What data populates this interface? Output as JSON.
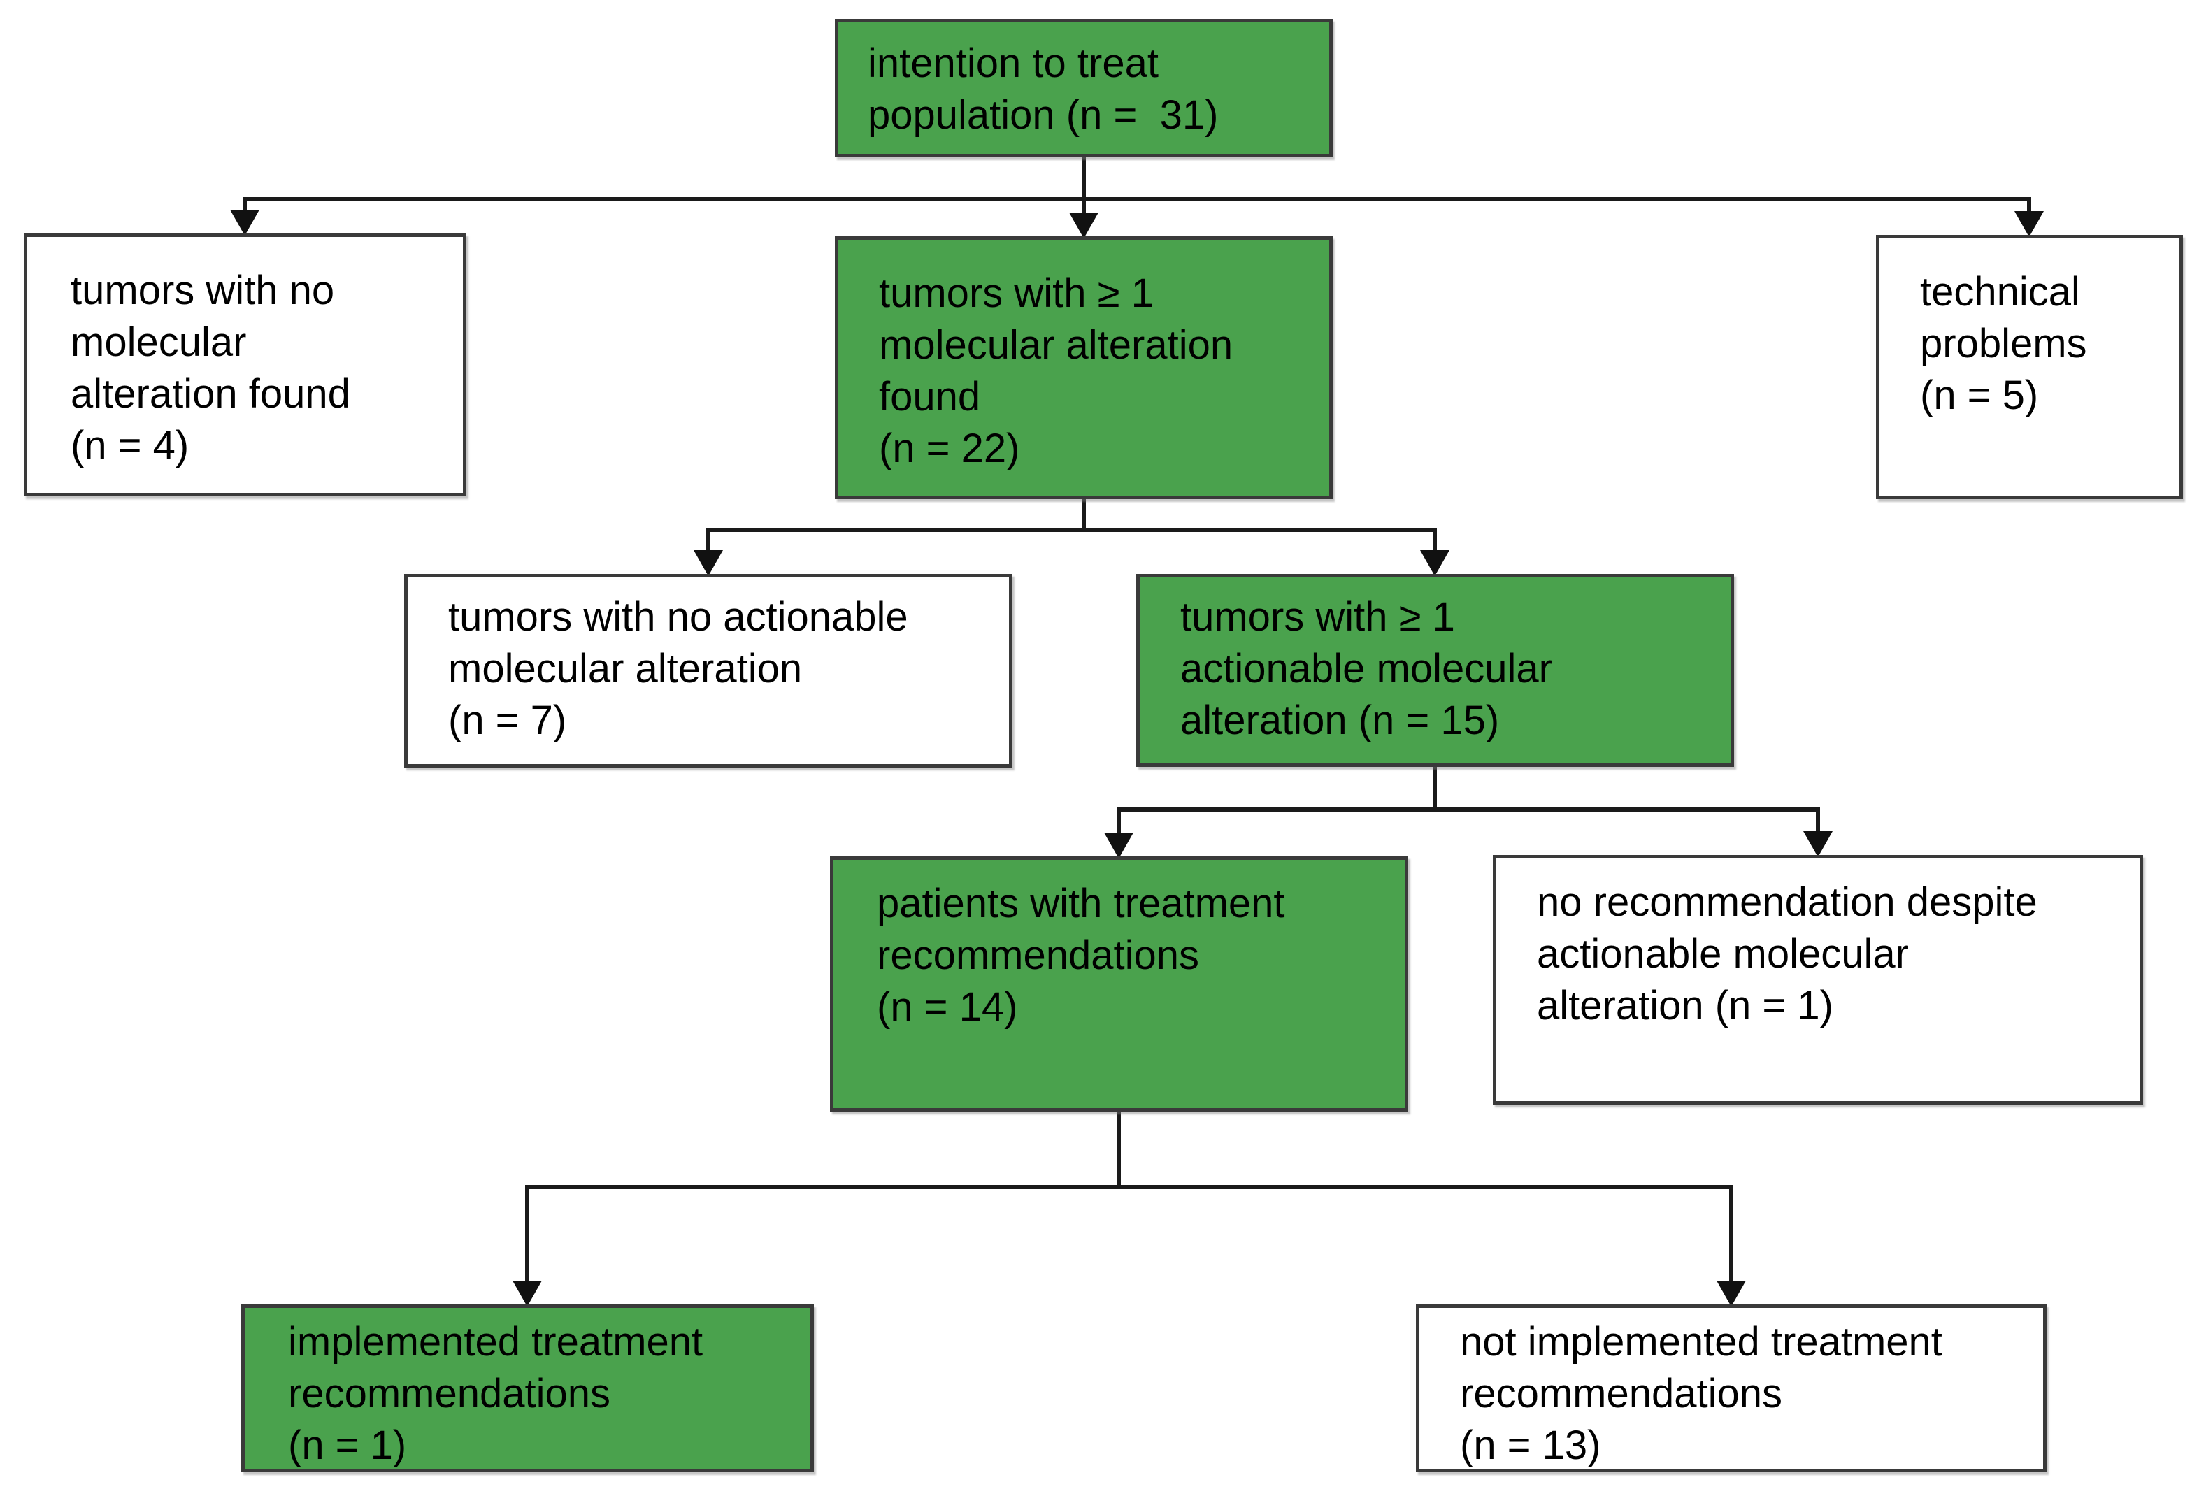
{
  "diagram": {
    "type": "flowchart",
    "colors": {
      "highlight_green": "#4aa24d",
      "box_background": "#ffffff",
      "box_border": "#3a3a3a",
      "connector_line": "#1a1a1a",
      "text": "#000000"
    },
    "nodes": {
      "itt": {
        "label": "intention to treat\npopulation (n =  31)",
        "n": 31,
        "highlighted": true
      },
      "nomol": {
        "label": "tumors with no\nmolecular\nalteration found\n(n = 4)",
        "n": 4,
        "highlighted": false
      },
      "molfound": {
        "label": "tumors with ≥ 1\nmolecular alteration\nfound\n(n = 22)",
        "n": 22,
        "highlighted": true
      },
      "tech": {
        "label": "technical\nproblems\n(n = 5)",
        "n": 5,
        "highlighted": false
      },
      "noact": {
        "label": "tumors with no actionable\nmolecular alteration\n(n = 7)",
        "n": 7,
        "highlighted": false
      },
      "act": {
        "label": "tumors with ≥ 1\nactionable molecular\nalteration (n = 15)",
        "n": 15,
        "highlighted": true
      },
      "rec": {
        "label": "patients with treatment\nrecommendations\n(n = 14)",
        "n": 14,
        "highlighted": true
      },
      "norec": {
        "label": "no recommendation despite\nactionable molecular\nalteration (n = 1)",
        "n": 1,
        "highlighted": false
      },
      "impl": {
        "label": "implemented treatment\nrecommendations\n(n = 1)",
        "n": 1,
        "highlighted": true
      },
      "notimpl": {
        "label": "not implemented treatment\nrecommendations\n(n = 13)",
        "n": 13,
        "highlighted": false
      }
    },
    "edges": [
      {
        "from": "itt",
        "to": "nomol"
      },
      {
        "from": "itt",
        "to": "molfound"
      },
      {
        "from": "itt",
        "to": "tech"
      },
      {
        "from": "molfound",
        "to": "noact"
      },
      {
        "from": "molfound",
        "to": "act"
      },
      {
        "from": "act",
        "to": "rec"
      },
      {
        "from": "act",
        "to": "norec"
      },
      {
        "from": "rec",
        "to": "impl"
      },
      {
        "from": "rec",
        "to": "notimpl"
      }
    ]
  }
}
